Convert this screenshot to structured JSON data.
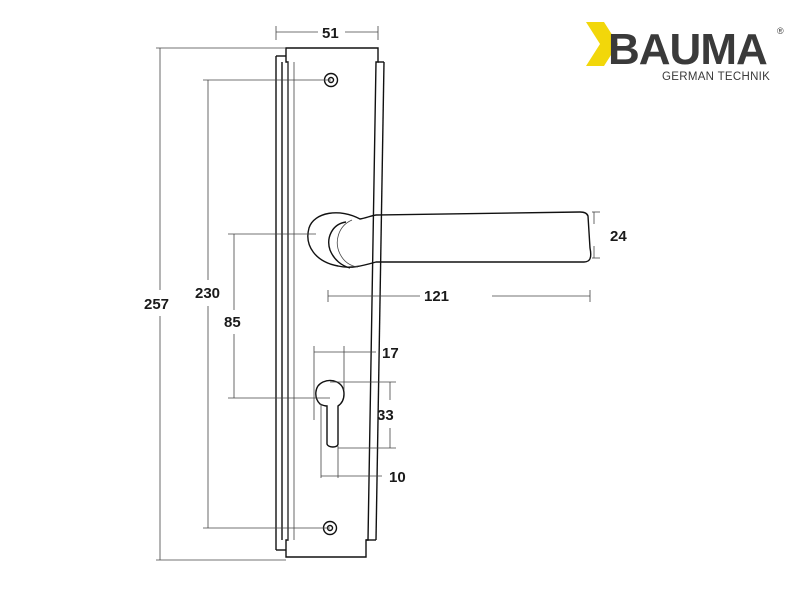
{
  "brand": {
    "name": "BAUMA",
    "tagline": "GERMAN TECHNIK",
    "registered": "®",
    "colors": {
      "accent": "#f2d70a",
      "text": "#3a3a3a"
    }
  },
  "dimensions": {
    "plate_width": "51",
    "total_height": "257",
    "screw_spacing": "230",
    "handle_to_key": "85",
    "lever_length": "121",
    "lever_thickness": "24",
    "keyhole_offset": "17",
    "keyhole_height": "33",
    "keyhole_width": "10"
  }
}
